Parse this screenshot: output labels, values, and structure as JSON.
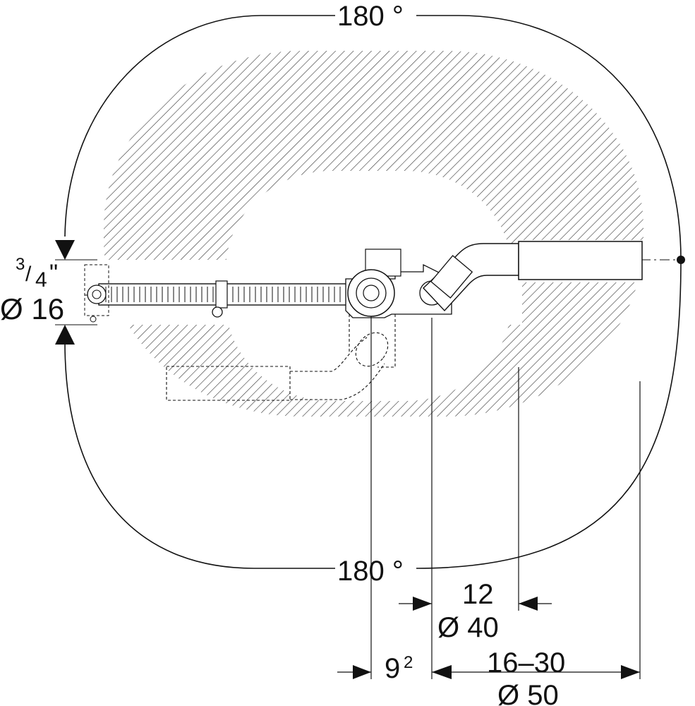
{
  "diagram": {
    "angle_top": "180 °",
    "angle_bottom": "180 °",
    "left_fraction_num": "3",
    "left_fraction_den": "4",
    "left_inch_mark": "\"",
    "left_dim": "Ø 16",
    "dim_12": "12",
    "dim_40": "Ø 40",
    "dim_9_base": "9",
    "dim_9_sup": "2",
    "dim_16_30": "16–30",
    "dim_50": "Ø 50"
  },
  "colors": {
    "line": "#111111",
    "hatch_bg": "#ffffff",
    "background": "#ffffff"
  }
}
